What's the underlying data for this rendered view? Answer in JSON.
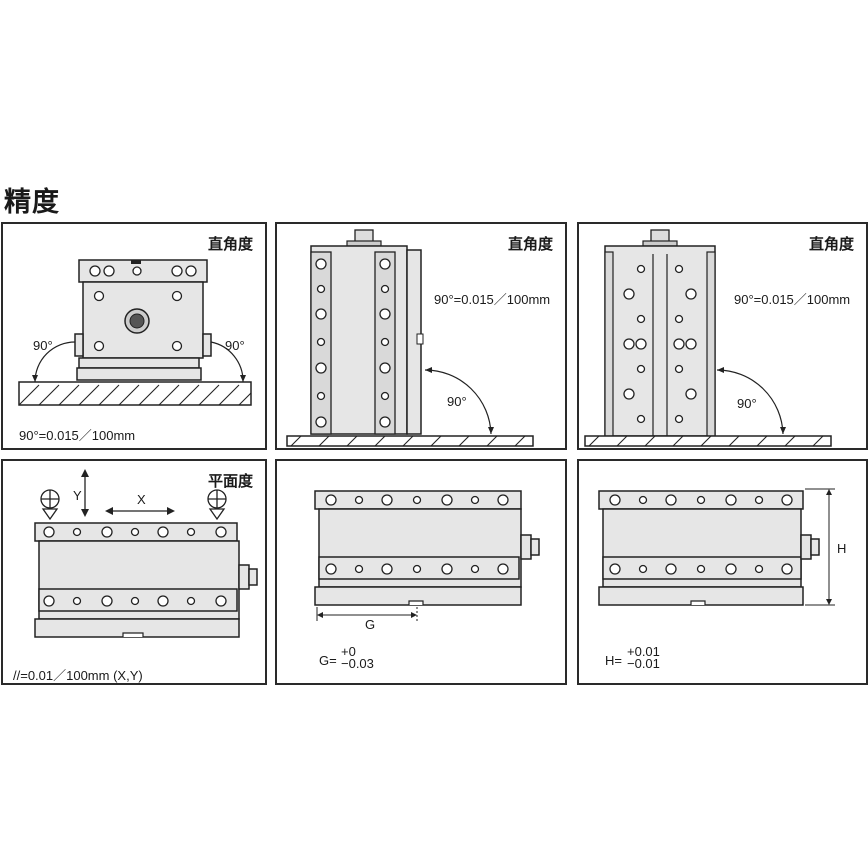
{
  "title": "精度",
  "panels": {
    "p1": {
      "tag": "直角度",
      "angle_left": "90°",
      "angle_right": "90°",
      "spec": "90°=0.015／100mm"
    },
    "p2": {
      "tag": "直角度",
      "spec": "90°=0.015／100mm",
      "angle": "90°"
    },
    "p3": {
      "tag": "直角度",
      "spec": "90°=0.015／100mm",
      "angle": "90°"
    },
    "p4": {
      "tag": "平面度",
      "axis_y": "Y",
      "axis_x": "X",
      "spec": "//=0.01／100mm (X,Y)"
    },
    "p5": {
      "dim": "G",
      "prefix": "G=",
      "upper": "+0",
      "lower": "−0.03"
    },
    "p6": {
      "dim": "H",
      "prefix": "H=",
      "upper": "+0.01",
      "lower": "−0.01"
    }
  }
}
